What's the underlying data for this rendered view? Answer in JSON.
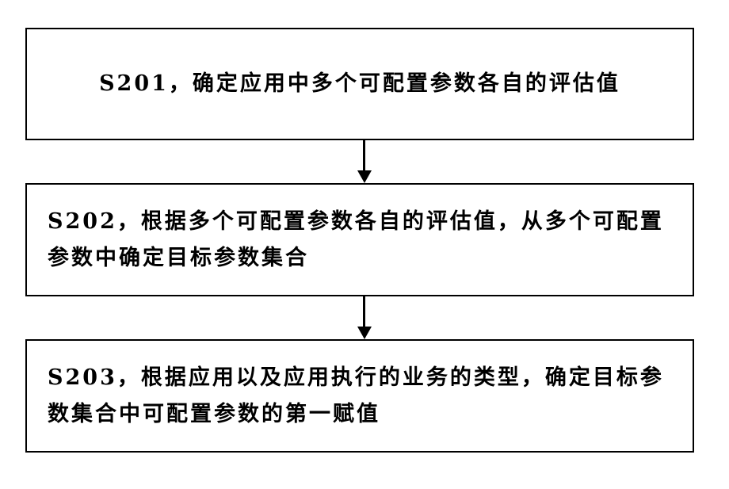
{
  "flowchart": {
    "steps": [
      {
        "text": "S201，确定应用中多个可配置参数各自的评估值"
      },
      {
        "text": "S202，根据多个可配置参数各自的评估值，从多个可配置参数中确定目标参数集合"
      },
      {
        "text": "S203，根据应用以及应用执行的业务的类型，确定目标参数集合中可配置参数的第一赋值"
      }
    ]
  }
}
